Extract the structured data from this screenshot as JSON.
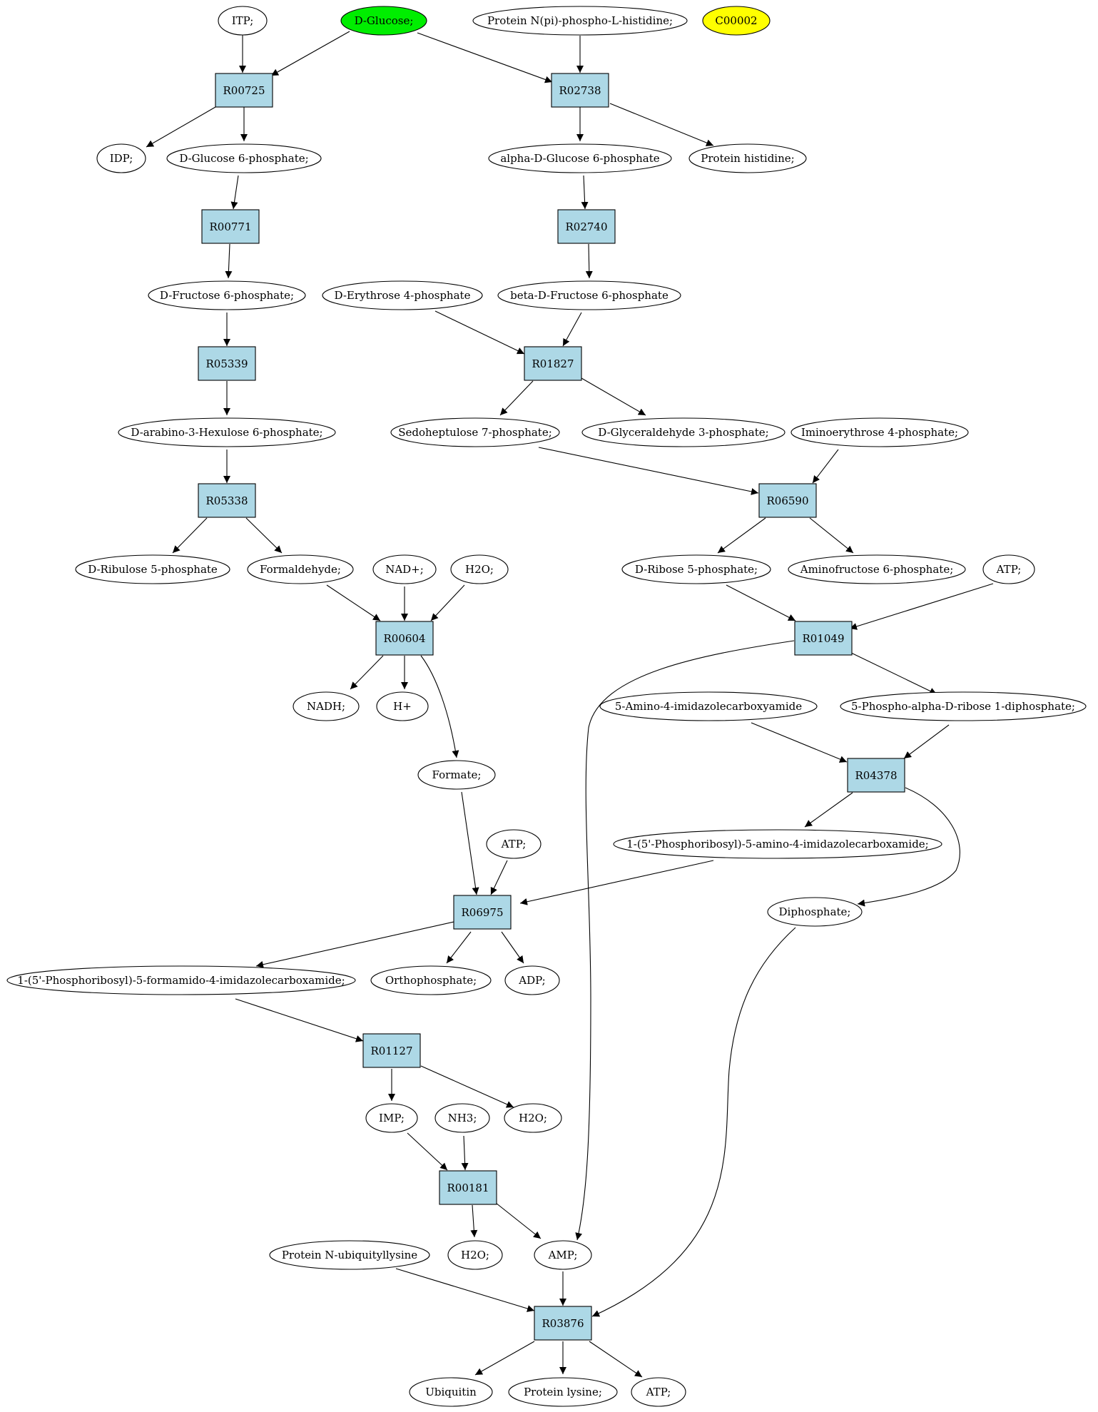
{
  "colors": {
    "reaction_fill": "#add8e6",
    "compound_fill": "#ffffff",
    "start_compound_fill": "#00ee00",
    "target_compound_fill": "#ffff00",
    "stroke": "#000000"
  },
  "reactions": {
    "R00725": "R00725",
    "R02738": "R02738",
    "R00771": "R00771",
    "R02740": "R02740",
    "R05339": "R05339",
    "R01827": "R01827",
    "R05338": "R05338",
    "R06590": "R06590",
    "R00604": "R00604",
    "R01049": "R01049",
    "R04378": "R04378",
    "R06975": "R06975",
    "R01127": "R01127",
    "R00181": "R00181",
    "R03876": "R03876"
  },
  "compounds": {
    "itp": "ITP;",
    "d_glucose": "D-Glucose;",
    "protein_npi_phospho_histidine": "Protein N(pi)-phospho-L-histidine;",
    "c00002": "C00002",
    "idp": "IDP;",
    "d_glucose_6_phosphate": "D-Glucose 6-phosphate;",
    "alpha_d_glucose_6_phosphate": "alpha-D-Glucose 6-phosphate",
    "protein_histidine": "Protein histidine;",
    "d_fructose_6_phosphate": "D-Fructose 6-phosphate;",
    "d_erythrose_4_phosphate": "D-Erythrose 4-phosphate",
    "beta_d_fructose_6_phosphate": "beta-D-Fructose 6-phosphate",
    "d_arabino_3_hexulose_6_phosphate": "D-arabino-3-Hexulose 6-phosphate;",
    "sedoheptulose_7_phosphate": "Sedoheptulose 7-phosphate;",
    "d_glyceraldehyde_3_phosphate": "D-Glyceraldehyde 3-phosphate;",
    "iminoerythrose_4_phosphate": "Iminoerythrose 4-phosphate;",
    "d_ribulose_5_phosphate": "D-Ribulose 5-phosphate",
    "formaldehyde": "Formaldehyde;",
    "nad_plus": "NAD+;",
    "h2o_a": "H2O;",
    "d_ribose_5_phosphate": "D-Ribose 5-phosphate;",
    "aminofructose_6_phosphate": "Aminofructose 6-phosphate;",
    "atp_a": "ATP;",
    "nadh": "NADH;",
    "h_plus": "H+",
    "amino_imidazolecarboxyamide": "5-Amino-4-imidazolecarboxyamide",
    "phospho_ribose_diphosphate": "5-Phospho-alpha-D-ribose 1-diphosphate;",
    "formate": "Formate;",
    "atp_b": "ATP;",
    "phosphoribosyl_amino_imidazolecarboxamide": "1-(5'-Phosphoribosyl)-5-amino-4-imidazolecarboxamide;",
    "diphosphate": "Diphosphate;",
    "phosphoribosyl_formamido_imidazolecarboxamide": "1-(5'-Phosphoribosyl)-5-formamido-4-imidazolecarboxamide;",
    "orthophosphate": "Orthophosphate;",
    "adp": "ADP;",
    "imp": "IMP;",
    "nh3": "NH3;",
    "h2o_b": "H2O;",
    "protein_n_ubiquityllysine": "Protein N-ubiquityllysine",
    "h2o_c": "H2O;",
    "amp": "AMP;",
    "ubiquitin": "Ubiquitin",
    "protein_lysine": "Protein lysine;",
    "atp_c": "ATP;"
  },
  "edges": [
    [
      "itp",
      "R00725"
    ],
    [
      "d_glucose",
      "R00725"
    ],
    [
      "d_glucose",
      "R02738"
    ],
    [
      "protein_npi_phospho_histidine",
      "R02738"
    ],
    [
      "R00725",
      "idp"
    ],
    [
      "R00725",
      "d_glucose_6_phosphate"
    ],
    [
      "R02738",
      "alpha_d_glucose_6_phosphate"
    ],
    [
      "R02738",
      "protein_histidine"
    ],
    [
      "d_glucose_6_phosphate",
      "R00771"
    ],
    [
      "alpha_d_glucose_6_phosphate",
      "R02740"
    ],
    [
      "R00771",
      "d_fructose_6_phosphate"
    ],
    [
      "R02740",
      "beta_d_fructose_6_phosphate"
    ],
    [
      "d_fructose_6_phosphate",
      "R05339"
    ],
    [
      "d_erythrose_4_phosphate",
      "R01827"
    ],
    [
      "beta_d_fructose_6_phosphate",
      "R01827"
    ],
    [
      "R05339",
      "d_arabino_3_hexulose_6_phosphate"
    ],
    [
      "R01827",
      "sedoheptulose_7_phosphate"
    ],
    [
      "R01827",
      "d_glyceraldehyde_3_phosphate"
    ],
    [
      "d_arabino_3_hexulose_6_phosphate",
      "R05338"
    ],
    [
      "sedoheptulose_7_phosphate",
      "R06590"
    ],
    [
      "iminoerythrose_4_phosphate",
      "R06590"
    ],
    [
      "R05338",
      "d_ribulose_5_phosphate"
    ],
    [
      "R05338",
      "formaldehyde"
    ],
    [
      "R06590",
      "d_ribose_5_phosphate"
    ],
    [
      "R06590",
      "aminofructose_6_phosphate"
    ],
    [
      "formaldehyde",
      "R00604"
    ],
    [
      "nad_plus",
      "R00604"
    ],
    [
      "h2o_a",
      "R00604"
    ],
    [
      "d_ribose_5_phosphate",
      "R01049"
    ],
    [
      "atp_a",
      "R01049"
    ],
    [
      "R00604",
      "nadh"
    ],
    [
      "R00604",
      "h_plus"
    ],
    [
      "R00604",
      "formate"
    ],
    [
      "R01049",
      "phospho_ribose_diphosphate"
    ],
    [
      "R01049",
      "amp"
    ],
    [
      "amino_imidazolecarboxyamide",
      "R04378"
    ],
    [
      "phospho_ribose_diphosphate",
      "R04378"
    ],
    [
      "R04378",
      "phosphoribosyl_amino_imidazolecarboxamide"
    ],
    [
      "R04378",
      "diphosphate"
    ],
    [
      "formate",
      "R06975"
    ],
    [
      "atp_b",
      "R06975"
    ],
    [
      "phosphoribosyl_amino_imidazolecarboxamide",
      "R06975"
    ],
    [
      "R06975",
      "phosphoribosyl_formamido_imidazolecarboxamide"
    ],
    [
      "R06975",
      "orthophosphate"
    ],
    [
      "R06975",
      "adp"
    ],
    [
      "phosphoribosyl_formamido_imidazolecarboxamide",
      "R01127"
    ],
    [
      "R01127",
      "imp"
    ],
    [
      "R01127",
      "h2o_b"
    ],
    [
      "imp",
      "R00181"
    ],
    [
      "nh3",
      "R00181"
    ],
    [
      "R00181",
      "h2o_c"
    ],
    [
      "R00181",
      "amp"
    ],
    [
      "diphosphate",
      "R03876"
    ],
    [
      "protein_n_ubiquityllysine",
      "R03876"
    ],
    [
      "amp",
      "R03876"
    ],
    [
      "R03876",
      "ubiquitin"
    ],
    [
      "R03876",
      "protein_lysine"
    ],
    [
      "R03876",
      "atp_c"
    ]
  ]
}
